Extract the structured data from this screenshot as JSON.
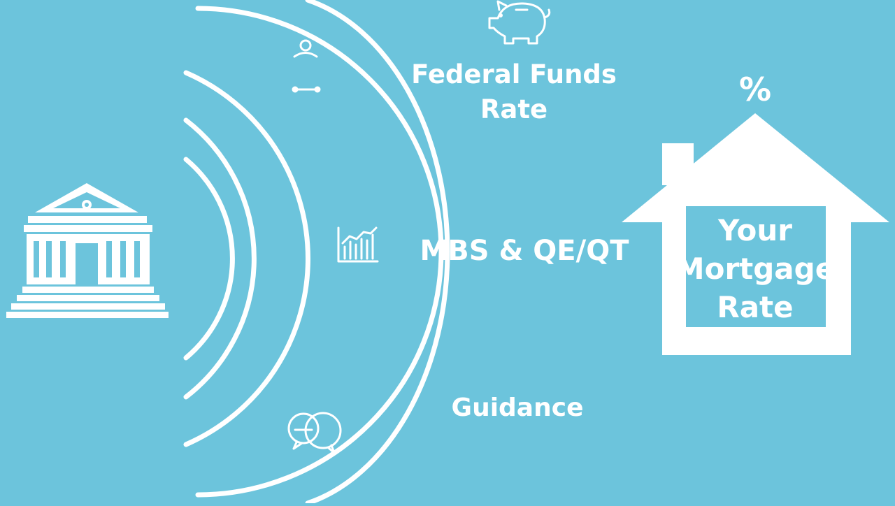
{
  "nodes": {
    "fed_funds": [
      "Federal Funds",
      "Rate"
    ],
    "mbs": "MBS & QE/QT",
    "guidance": "Guidance",
    "house_percent_top": "%",
    "house_percent_small": "%",
    "mortgage": [
      "Your",
      "Mortgage",
      "Rate"
    ]
  },
  "colors": {
    "background": "#6cc4dc",
    "foreground": "#ffffff"
  },
  "icons": {
    "central_bank": "bank-building-icon",
    "fed_funds": "piggy-bank-icon",
    "mbs": "bar-chart-icon",
    "guidance": "speech-bubbles-icon",
    "arc_marker": "person-icon",
    "mortgage": "house-icon"
  }
}
